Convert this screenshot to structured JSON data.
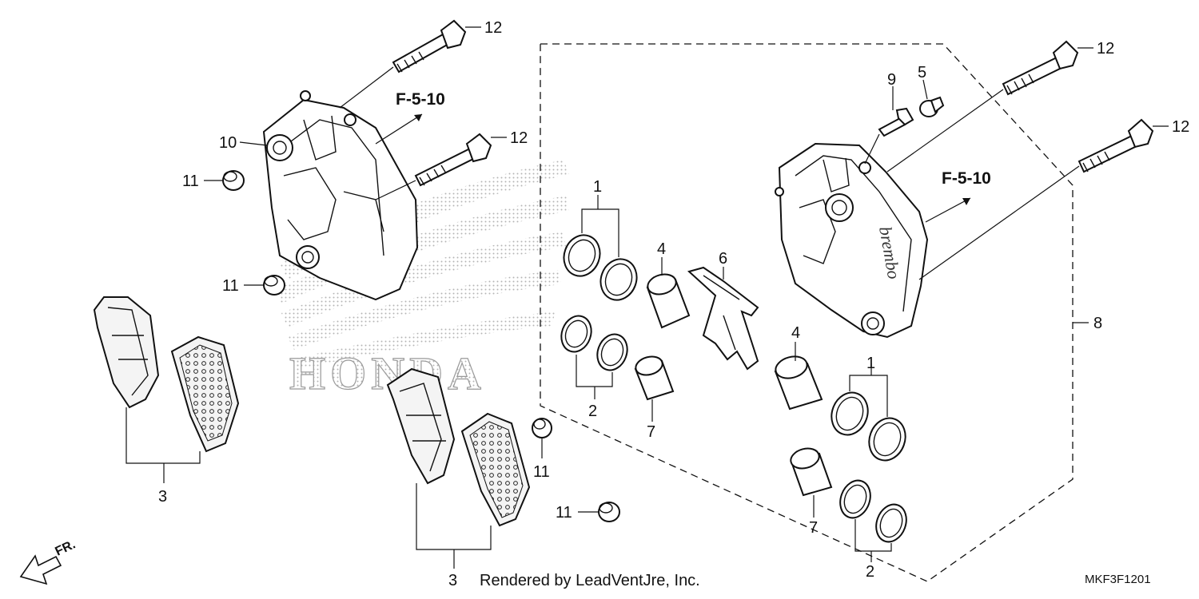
{
  "callouts": {
    "c1a": "12",
    "c1b": "12",
    "c1c": "12",
    "c1d": "12",
    "c10": "10",
    "c11a": "11",
    "c11b": "11",
    "c11c": "11",
    "c11d": "11",
    "c1e": "1",
    "c1f": "1",
    "c2a": "2",
    "c2b": "2",
    "c3a": "3",
    "c3b": "3",
    "c4a": "4",
    "c4b": "4",
    "c5": "5",
    "c6": "6",
    "c7a": "7",
    "c7b": "7",
    "c8": "8",
    "c9": "9"
  },
  "references": {
    "left": "F-5-10",
    "right": "F-5-10"
  },
  "watermark": "HONDA",
  "caliper_brand": "brembo",
  "direction": "FR.",
  "caption": "Rendered by LeadVentJre, Inc.",
  "diagram_code": "MKF3F1201"
}
